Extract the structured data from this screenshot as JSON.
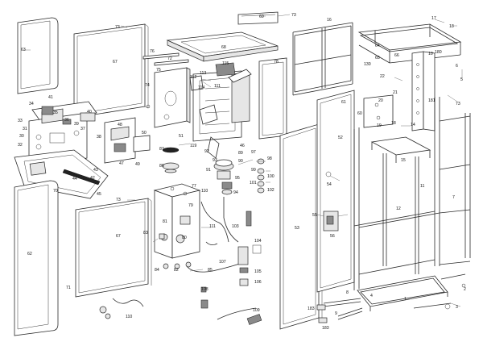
{
  "diagram": {
    "type": "exploded-parts-view",
    "callouts": [
      {
        "id": "c63",
        "label": "63"
      },
      {
        "id": "c67a",
        "label": "67"
      },
      {
        "id": "c73a",
        "label": "73"
      },
      {
        "id": "c69",
        "label": "69"
      },
      {
        "id": "c73b",
        "label": "73"
      },
      {
        "id": "c72",
        "label": "72"
      },
      {
        "id": "c76",
        "label": "76"
      },
      {
        "id": "c68",
        "label": "68"
      },
      {
        "id": "c74",
        "label": "74"
      },
      {
        "id": "c75",
        "label": "75"
      },
      {
        "id": "c78",
        "label": "78"
      },
      {
        "id": "c16",
        "label": "16"
      },
      {
        "id": "c17",
        "label": "17"
      },
      {
        "id": "c64",
        "label": "64"
      },
      {
        "id": "c13",
        "label": "13"
      },
      {
        "id": "c66",
        "label": "66"
      },
      {
        "id": "c65",
        "label": "65"
      },
      {
        "id": "c130",
        "label": "130"
      },
      {
        "id": "c22",
        "label": "22"
      },
      {
        "id": "c10",
        "label": "10"
      },
      {
        "id": "c180",
        "label": "180"
      },
      {
        "id": "c6",
        "label": "6"
      },
      {
        "id": "c5",
        "label": "5"
      },
      {
        "id": "c73c",
        "label": "73"
      },
      {
        "id": "c34",
        "label": "34"
      },
      {
        "id": "c41",
        "label": "41"
      },
      {
        "id": "c40",
        "label": "40"
      },
      {
        "id": "c35",
        "label": "35"
      },
      {
        "id": "c33",
        "label": "33"
      },
      {
        "id": "c36",
        "label": "36"
      },
      {
        "id": "c39",
        "label": "39"
      },
      {
        "id": "c37",
        "label": "37"
      },
      {
        "id": "c38",
        "label": "38"
      },
      {
        "id": "c31",
        "label": "31"
      },
      {
        "id": "c30",
        "label": "30"
      },
      {
        "id": "c32",
        "label": "32"
      },
      {
        "id": "c48",
        "label": "48"
      },
      {
        "id": "c50",
        "label": "50"
      },
      {
        "id": "c112",
        "label": "112"
      },
      {
        "id": "c113",
        "label": "113"
      },
      {
        "id": "c114",
        "label": "114"
      },
      {
        "id": "c111a",
        "label": "111"
      },
      {
        "id": "c115",
        "label": "115"
      },
      {
        "id": "c119",
        "label": "119"
      },
      {
        "id": "c51",
        "label": "51"
      },
      {
        "id": "c87",
        "label": "87"
      },
      {
        "id": "c86",
        "label": "86"
      },
      {
        "id": "c92",
        "label": "92"
      },
      {
        "id": "c93",
        "label": "93"
      },
      {
        "id": "c89",
        "label": "89"
      },
      {
        "id": "c90",
        "label": "90"
      },
      {
        "id": "c46",
        "label": "46"
      },
      {
        "id": "c95",
        "label": "95"
      },
      {
        "id": "c94",
        "label": "94"
      },
      {
        "id": "c97",
        "label": "97"
      },
      {
        "id": "c98",
        "label": "98"
      },
      {
        "id": "c99",
        "label": "99"
      },
      {
        "id": "c100",
        "label": "100"
      },
      {
        "id": "c101",
        "label": "101"
      },
      {
        "id": "c102",
        "label": "102"
      },
      {
        "id": "c52",
        "label": "52"
      },
      {
        "id": "c54",
        "label": "54"
      },
      {
        "id": "c55",
        "label": "55"
      },
      {
        "id": "c56",
        "label": "56"
      },
      {
        "id": "c53",
        "label": "53"
      },
      {
        "id": "c60",
        "label": "60"
      },
      {
        "id": "c61",
        "label": "61"
      },
      {
        "id": "c19",
        "label": "19"
      },
      {
        "id": "c20",
        "label": "20"
      },
      {
        "id": "c21",
        "label": "21"
      },
      {
        "id": "c18",
        "label": "18"
      },
      {
        "id": "c14",
        "label": "14"
      },
      {
        "id": "c15",
        "label": "15"
      },
      {
        "id": "c12",
        "label": "12"
      },
      {
        "id": "c11",
        "label": "11"
      },
      {
        "id": "c7",
        "label": "7"
      },
      {
        "id": "c1",
        "label": "1"
      },
      {
        "id": "c2",
        "label": "2"
      },
      {
        "id": "c3",
        "label": "3"
      },
      {
        "id": "c4",
        "label": "4"
      },
      {
        "id": "c8",
        "label": "8"
      },
      {
        "id": "c9",
        "label": "9"
      },
      {
        "id": "c62",
        "label": "62"
      },
      {
        "id": "c67b",
        "label": "67"
      },
      {
        "id": "c73d",
        "label": "73"
      },
      {
        "id": "c70",
        "label": "70"
      },
      {
        "id": "c71",
        "label": "71"
      },
      {
        "id": "c45",
        "label": "45"
      },
      {
        "id": "c44",
        "label": "44"
      },
      {
        "id": "c43",
        "label": "43"
      },
      {
        "id": "c42",
        "label": "42"
      },
      {
        "id": "c49",
        "label": "49"
      },
      {
        "id": "c47",
        "label": "47"
      },
      {
        "id": "c79",
        "label": "79"
      },
      {
        "id": "c81",
        "label": "81"
      },
      {
        "id": "c83",
        "label": "83"
      },
      {
        "id": "c80",
        "label": "80"
      },
      {
        "id": "c82",
        "label": "82"
      },
      {
        "id": "c84",
        "label": "84"
      },
      {
        "id": "c85",
        "label": "85"
      },
      {
        "id": "c77",
        "label": "77"
      },
      {
        "id": "c111b",
        "label": "111"
      },
      {
        "id": "c110a",
        "label": "110"
      },
      {
        "id": "c103",
        "label": "103"
      },
      {
        "id": "c91",
        "label": "91"
      },
      {
        "id": "c104",
        "label": "104"
      },
      {
        "id": "c107",
        "label": "107"
      },
      {
        "id": "c105",
        "label": "105"
      },
      {
        "id": "c106",
        "label": "106"
      },
      {
        "id": "c108",
        "label": "108"
      },
      {
        "id": "c109",
        "label": "109"
      },
      {
        "id": "c110b",
        "label": "110"
      },
      {
        "id": "c183a",
        "label": "183"
      },
      {
        "id": "c183b",
        "label": "183"
      },
      {
        "id": "c181",
        "label": "181"
      }
    ]
  }
}
